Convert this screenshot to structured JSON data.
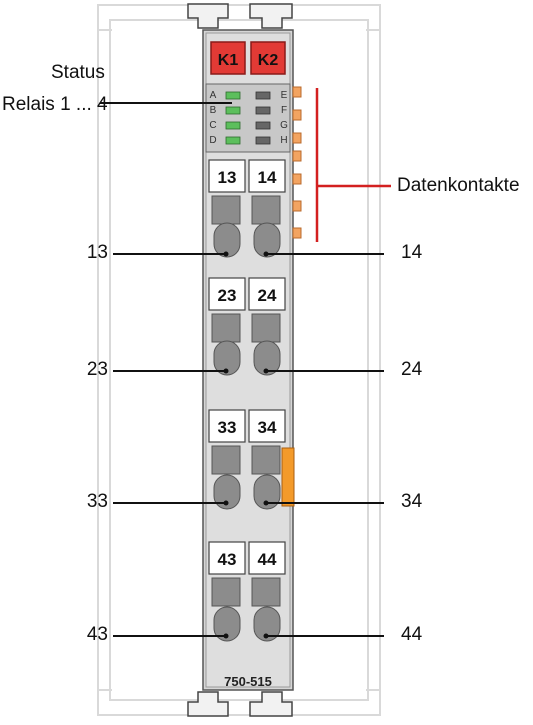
{
  "labels": {
    "status_line1": "Status",
    "status_line2": "Relais 1 ... 4",
    "datenkontakte": "Datenkontakte"
  },
  "module": {
    "model": "750-515",
    "k_buttons": [
      "K1",
      "K2"
    ],
    "led_left_letters": [
      "A",
      "B",
      "C",
      "D"
    ],
    "led_right_letters": [
      "E",
      "F",
      "G",
      "H"
    ],
    "terminals": [
      {
        "left": "13",
        "right": "14"
      },
      {
        "left": "23",
        "right": "24"
      },
      {
        "left": "33",
        "right": "34"
      },
      {
        "left": "43",
        "right": "44"
      }
    ]
  },
  "colors": {
    "k_button": "#e23a35",
    "data_contact": "#f3a461",
    "callout_red": "#d32020",
    "led_green": "#5cbf5c",
    "body": "#d6d6d6",
    "orange_tab": "#f39a2a"
  }
}
